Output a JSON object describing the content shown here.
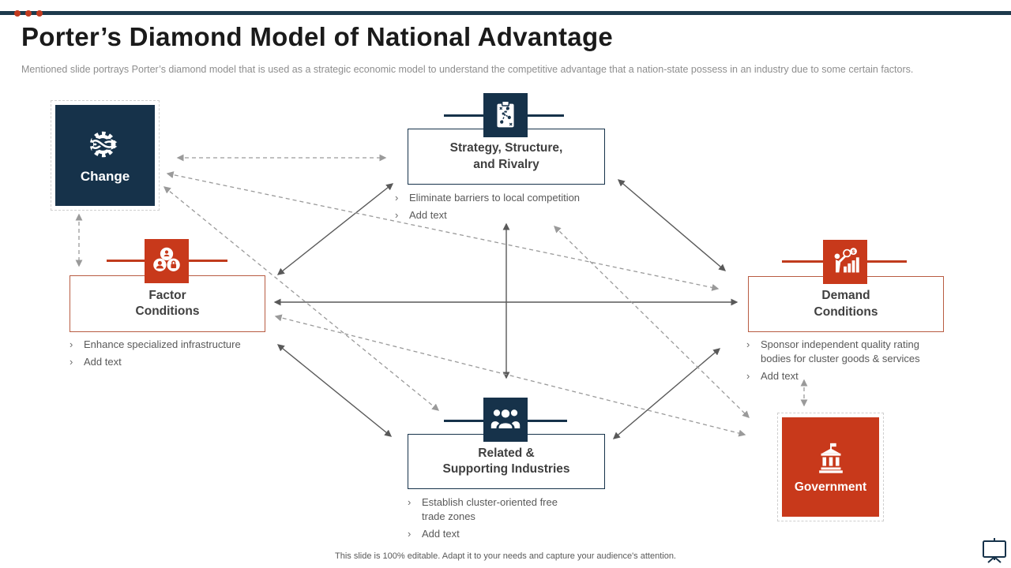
{
  "slide": {
    "title": "Porter’s Diamond Model of National Advantage",
    "subtitle": "Mentioned slide portrays Porter’s diamond model that is used as a strategic economic model to understand the competitive advantage that a nation-state possess in an industry due to some certain factors.",
    "footer": "This slide is 100% editable. Adapt it to your needs and capture your audience's attention.",
    "bullet_char": "›"
  },
  "colors": {
    "navy": "#16324A",
    "red": "#C8391B",
    "red_border": "#B85C42",
    "arrow_solid": "#595959",
    "arrow_dashed": "#9A9A9A",
    "topbar": "#1D3A4C",
    "dot_red": "#C23A1E"
  },
  "nodes": {
    "change": {
      "label": "Change"
    },
    "strategy": {
      "lines": [
        "Strategy, Structure,",
        "and Rivalry"
      ],
      "bullets": [
        "Eliminate barriers to local competition",
        "Add text"
      ]
    },
    "factor": {
      "lines": [
        "Factor",
        "Conditions"
      ],
      "bullets": [
        "Enhance specialized infrastructure",
        "Add text"
      ]
    },
    "demand": {
      "lines": [
        "Demand",
        "Conditions"
      ],
      "bullets": [
        "Sponsor independent quality rating bodies for cluster goods & services",
        "Add text"
      ]
    },
    "related": {
      "lines": [
        "Related &",
        "Supporting Industries"
      ],
      "bullets": [
        "Establish cluster-oriented free trade zones",
        "Add text"
      ]
    },
    "government": {
      "label": "Government"
    }
  }
}
